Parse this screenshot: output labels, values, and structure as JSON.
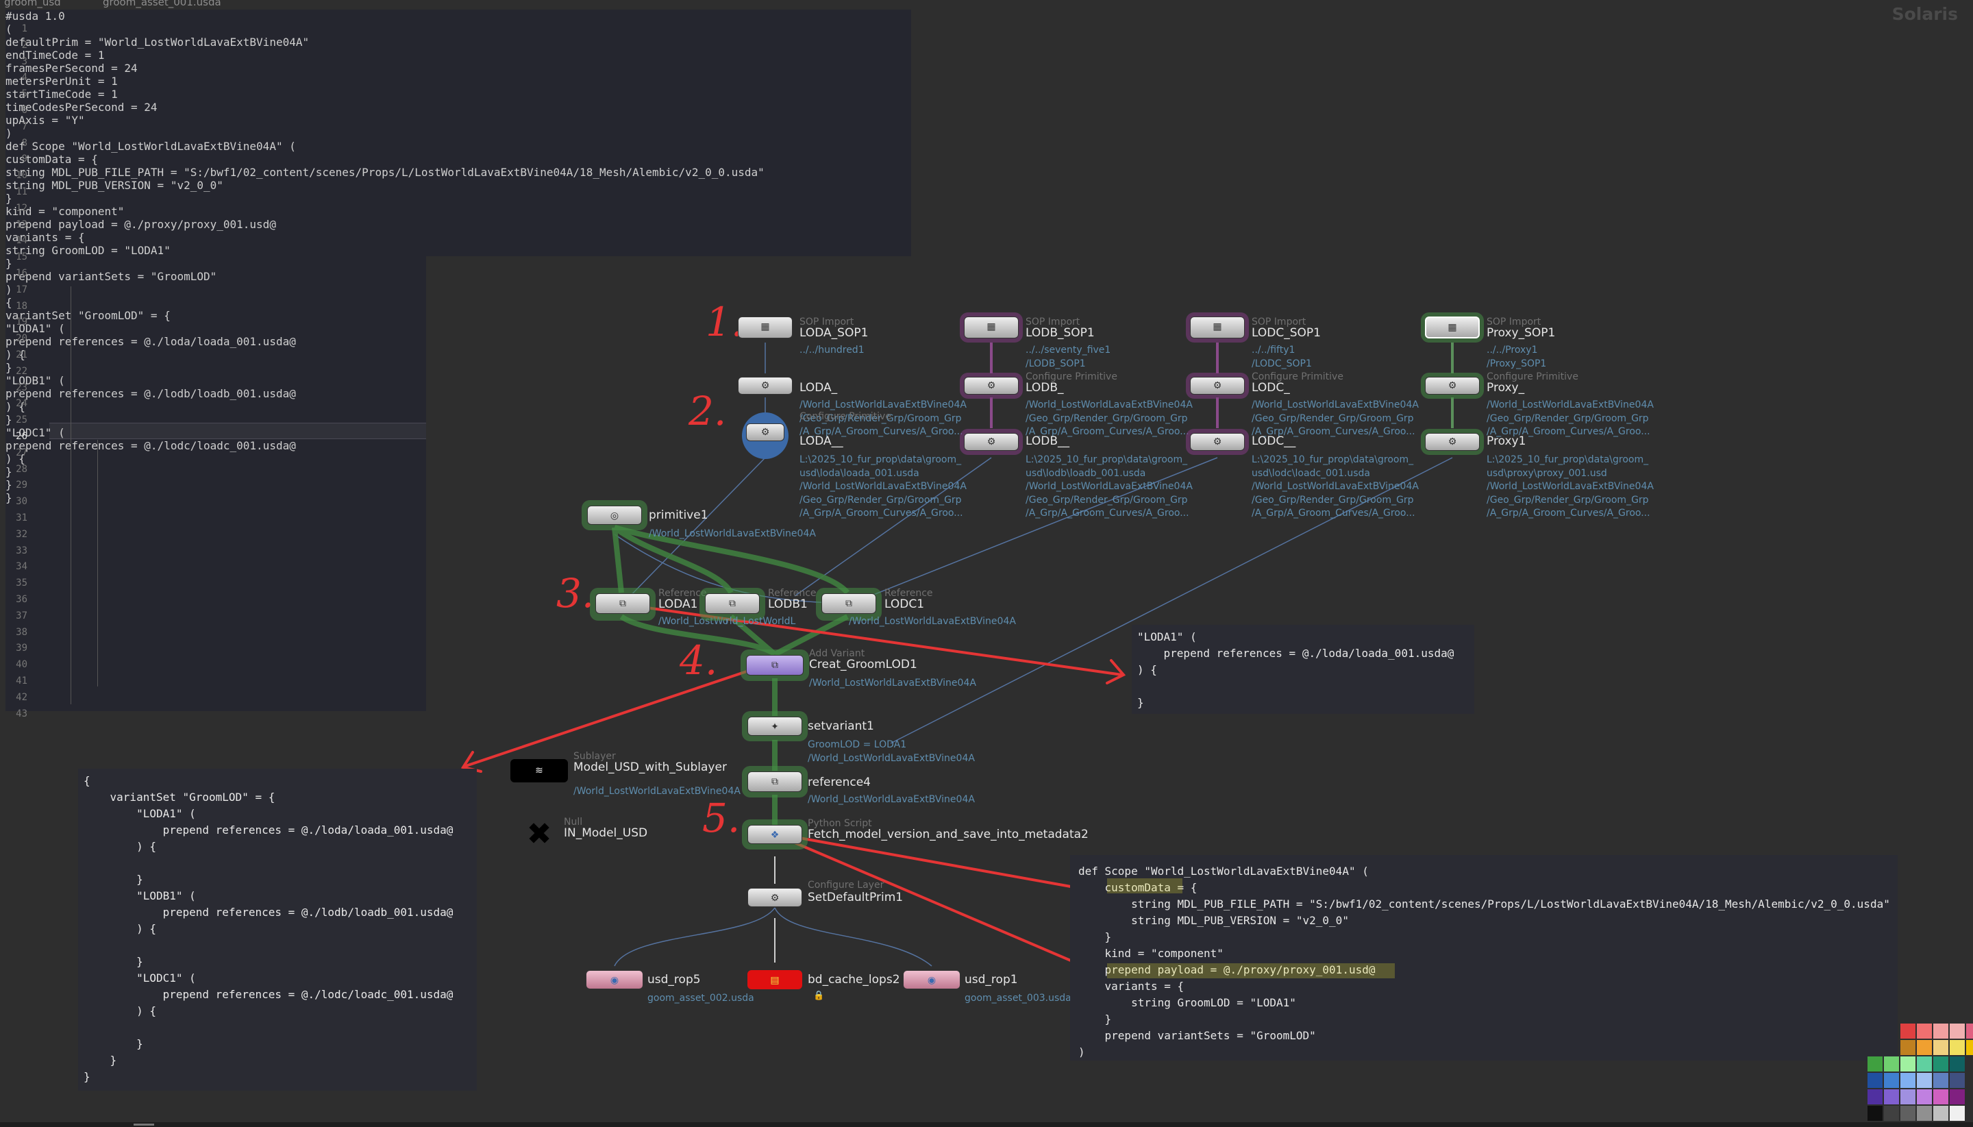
{
  "tabs": [
    "groom_usd",
    "groom_asset_001.usda"
  ],
  "context_label": "Solaris",
  "editor": {
    "line_numbers": [
      1,
      2,
      3,
      4,
      5,
      6,
      7,
      8,
      9,
      10,
      11,
      12,
      13,
      14,
      15,
      16,
      17,
      18,
      19,
      20,
      21,
      22,
      23,
      24,
      25,
      26,
      27,
      28,
      29,
      30,
      31,
      32,
      33,
      34,
      35,
      36,
      37,
      38,
      39,
      40,
      41,
      42,
      43
    ],
    "active_line": 26,
    "lines": [
      "#usda 1.0",
      "(",
      "    defaultPrim = \"World_LostWorldLavaExtBVine04A\"",
      "    endTimeCode = 1",
      "    framesPerSecond = 24",
      "    metersPerUnit = 1",
      "    startTimeCode = 1",
      "    timeCodesPerSecond = 24",
      "    upAxis = \"Y\"",
      ")",
      "",
      "def Scope \"World_LostWorldLavaExtBVine04A\" (",
      "    customData = {",
      "        string MDL_PUB_FILE_PATH = \"S:/bwf1/02_content/scenes/Props/L/LostWorldLavaExtBVine04A/18_Mesh/Alembic/v2_0_0.usda\"",
      "        string MDL_PUB_VERSION = \"v2_0_0\"",
      "    }",
      "    kind = \"component\"",
      "    prepend payload = @./proxy/proxy_001.usd@",
      "    variants = {",
      "        string GroomLOD = \"LODA1\"",
      "    }",
      "    prepend variantSets = \"GroomLOD\"",
      ")",
      "{",
      "    variantSet \"GroomLOD\" = {",
      "        \"LODA1\" (",
      "            prepend references = @./loda/loada_001.usda@",
      "        ) {",
      "",
      "        }",
      "        \"LODB1\" (",
      "            prepend references = @./lodb/loadb_001.usda@",
      "        ) {",
      "",
      "        }",
      "        \"LODC1\" (",
      "            prepend references = @./lodc/loadc_001.usda@",
      "        ) {",
      "",
      "        }",
      "    }",
      "}",
      ""
    ]
  },
  "step_labels": [
    "1.",
    "2.",
    "3.",
    "4.",
    "5."
  ],
  "nodes": {
    "loda_sop": {
      "type": "SOP Import",
      "name": "LODA_SOP1",
      "info": "../../hundred1"
    },
    "lodb_sop": {
      "type": "SOP Import",
      "name": "LODB_SOP1",
      "info": "../../seventy_five1\n/LODB_SOP1"
    },
    "lodc_sop": {
      "type": "SOP Import",
      "name": "LODC_SOP1",
      "info": "../../fifty1\n/LODC_SOP1"
    },
    "proxy_sop": {
      "type": "SOP Import",
      "name": "Proxy_SOP1",
      "info": "../../Proxy1\n/Proxy_SOP1"
    },
    "loda_cfg": {
      "type": "",
      "name": "LODA_",
      "info": "/World_LostWorldLavaExtBVine04A\n/Geo_Grp/Render_Grp/Groom_Grp\n/A_Grp/A_Groom_Curves/A_Groo..."
    },
    "lodb_cfg": {
      "type": "Configure Primitive",
      "name": "LODB_",
      "info": "/World_LostWorldLavaExtBVine04A\n/Geo_Grp/Render_Grp/Groom_Grp\n/A_Grp/A_Groom_Curves/A_Groo..."
    },
    "lodc_cfg": {
      "type": "Configure Primitive",
      "name": "LODC_",
      "info": "/World_LostWorldLavaExtBVine04A\n/Geo_Grp/Render_Grp/Groom_Grp\n/A_Grp/A_Groom_Curves/A_Groo..."
    },
    "proxy_cfg": {
      "type": "Configure Primitive",
      "name": "Proxy_",
      "info": "/World_LostWorldLavaExtBVine04A\n/Geo_Grp/Render_Grp/Groom_Grp\n/A_Grp/A_Groom_Curves/A_Groo..."
    },
    "loda_rop": {
      "type": "Configure Primitive",
      "name": "LODA__",
      "info": "L:\\2025_10_fur_prop\\data\\groom_\nusd\\loda\\loada_001.usda\n/World_LostWorldLavaExtBVine04A\n/Geo_Grp/Render_Grp/Groom_Grp\n/A_Grp/A_Groom_Curves/A_Groo..."
    },
    "lodb_rop": {
      "type": "",
      "name": "LODB__",
      "info": "L:\\2025_10_fur_prop\\data\\groom_\nusd\\lodb\\loadb_001.usda\n/World_LostWorldLavaExtBVine04A\n/Geo_Grp/Render_Grp/Groom_Grp\n/A_Grp/A_Groom_Curves/A_Groo..."
    },
    "lodc_rop": {
      "type": "",
      "name": "LODC__",
      "info": "L:\\2025_10_fur_prop\\data\\groom_\nusd\\lodc\\loadc_001.usda\n/World_LostWorldLavaExtBVine04A\n/Geo_Grp/Render_Grp/Groom_Grp\n/A_Grp/A_Groom_Curves/A_Groo..."
    },
    "proxy_rop": {
      "type": "",
      "name": "Proxy1",
      "info": "L:\\2025_10_fur_prop\\data\\groom_\nusd\\proxy\\proxy_001.usd\n/World_LostWorldLavaExtBVine04A\n/Geo_Grp/Render_Grp/Groom_Grp\n/A_Grp/A_Groom_Curves/A_Groo..."
    },
    "primitive": {
      "type": "",
      "name": "primitive1",
      "info": "/World_LostWorldLavaExtBVine04A"
    },
    "ref_a": {
      "type": "Reference",
      "name": "LODA1",
      "info": "/World_LostWo"
    },
    "ref_b": {
      "type": "Reference",
      "name": "LODB1",
      "info": "rld_LostWorldL"
    },
    "ref_c": {
      "type": "Reference",
      "name": "LODC1",
      "info": "/World_LostWorldLavaExtBVine04A"
    },
    "add_variant": {
      "type": "Add Variant",
      "name": "Creat_GroomLOD1",
      "info": "/World_LostWorldLavaExtBVine04A"
    },
    "setvariant": {
      "type": "",
      "name": "setvariant1",
      "info": "GroomLOD = LODA1\n/World_LostWorldLavaExtBVine04A"
    },
    "reference4": {
      "type": "",
      "name": "reference4",
      "info": "/World_LostWorldLavaExtBVine04A"
    },
    "python": {
      "type": "Python Script",
      "name": "Fetch_model_version_and_save_into_metadata2",
      "info": ""
    },
    "configure_layer": {
      "type": "Configure Layer",
      "name": "SetDefaultPrim1",
      "info": ""
    },
    "sublayer": {
      "type": "Sublayer",
      "name": "Model_USD_with_Sublayer",
      "info": "/World_LostWorldLavaExtBVine04A"
    },
    "null": {
      "type": "Null",
      "name": "IN_Model_USD",
      "info": ""
    },
    "usd_rop5": {
      "type": "",
      "name": "usd_rop5",
      "info": "goom_asset_002.usda"
    },
    "bd_cache": {
      "type": "",
      "name": "bd_cache_lops2",
      "info": ""
    },
    "usd_rop1": {
      "type": "",
      "name": "usd_rop1",
      "info": "goom_asset_003.usda"
    }
  },
  "callout_right": [
    "\"LODA1\" (",
    "    prepend references = @./loda/loada_001.usda@",
    ") {",
    "",
    "}"
  ],
  "callout_left": [
    "{",
    "    variantSet \"GroomLOD\" = {",
    "        \"LODA1\" (",
    "            prepend references = @./loda/loada_001.usda@",
    "        ) {",
    "",
    "        }",
    "        \"LODB1\" (",
    "            prepend references = @./lodb/loadb_001.usda@",
    "        ) {",
    "",
    "        }",
    "        \"LODC1\" (",
    "            prepend references = @./lodc/loadc_001.usda@",
    "        ) {",
    "",
    "        }",
    "    }",
    "}"
  ],
  "callout_bottom": [
    "def Scope \"World_LostWorldLavaExtBVine04A\" (",
    "    customData = {",
    "        string MDL_PUB_FILE_PATH = \"S:/bwf1/02_content/scenes/Props/L/LostWorldLavaExtBVine04A/18_Mesh/Alembic/v2_0_0.usda\"",
    "        string MDL_PUB_VERSION = \"v2_0_0\"",
    "    }",
    "    kind = \"component\"",
    "    prepend payload = @./proxy/proxy_001.usd@",
    "    variants = {",
    "        string GroomLOD = \"LODA1\"",
    "    }",
    "    prepend variantSets = \"GroomLOD\"",
    ")"
  ],
  "colors": {
    "annotation_red": "#e53535",
    "highlight_yellow": "#f0e040",
    "green_ring": "#468c46",
    "purple_ring": "#823c82",
    "info_text": "#5f8eaf"
  },
  "palette": [
    [
      "#e04040",
      "#f07070",
      "#f0a0a0",
      "#f0b0b0",
      "#e06080",
      "#c06080"
    ],
    [
      "#c08020",
      "#f0a030",
      "#f0d080",
      "#f0e060",
      "#f0c000",
      "#d0a000"
    ],
    [
      "#40a040",
      "#70d070",
      "#a0f0a0",
      "#60d0a0",
      "#209070",
      "#106060"
    ],
    [
      "#2050a0",
      "#4080d0",
      "#80b0f0",
      "#a0c0f0",
      "#6080c0",
      "#405080"
    ],
    [
      "#5030a0",
      "#8060d0",
      "#a090e0",
      "#c080e0",
      "#d060c0",
      "#802080"
    ],
    [
      "#101010",
      "#404040",
      "#606060",
      "#909090",
      "#c0c0c0",
      "#f0f0f0"
    ]
  ]
}
